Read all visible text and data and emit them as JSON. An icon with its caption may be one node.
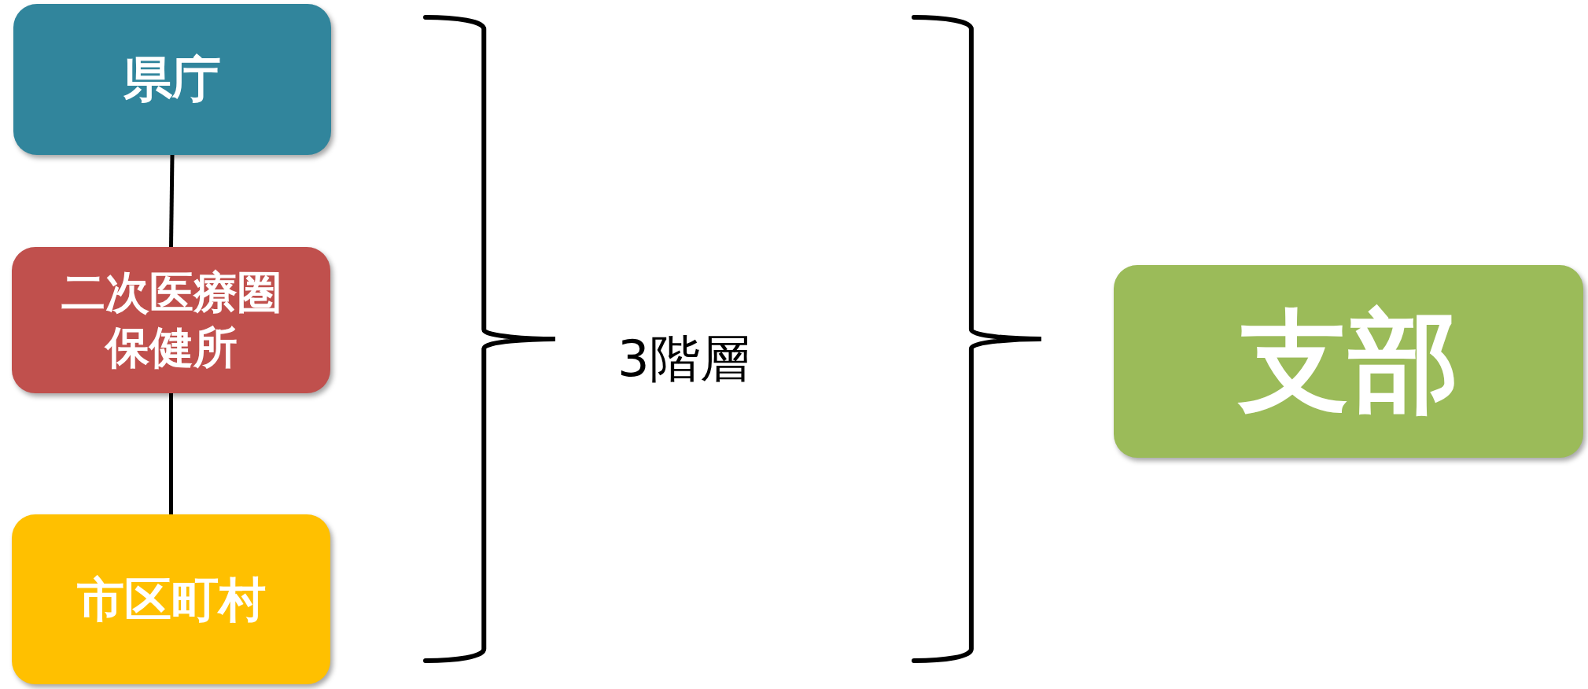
{
  "diagram": {
    "nodes": [
      {
        "text": [
          "県庁"
        ]
      },
      {
        "text": [
          "二次医療圏保健所"
        ]
      },
      {
        "text": [
          "市区町村"
        ]
      },
      {
        "text": [
          "支部"
        ]
      }
    ],
    "edges": [
      {
        "from": 0,
        "to": 1,
        "arrow": "none"
      },
      {
        "from": 1,
        "to": 2,
        "arrow": "none"
      }
    ],
    "labels": [
      "3階層"
    ]
  }
}
